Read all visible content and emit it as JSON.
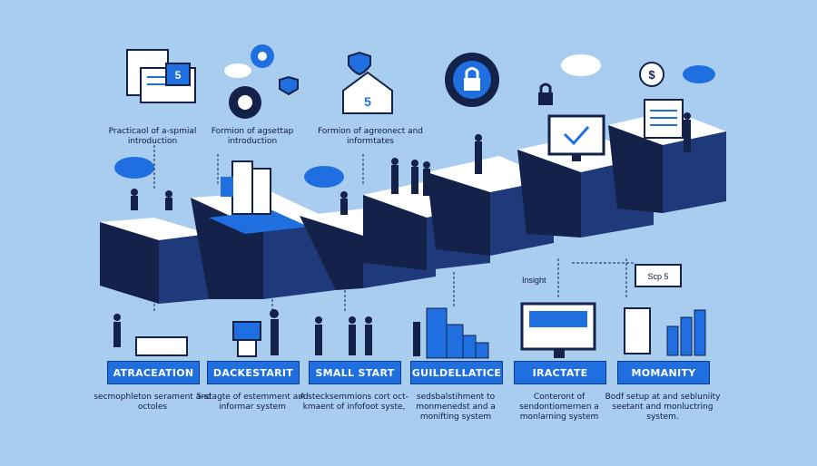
{
  "top_labels": [
    "Practicaol of a-spmial introduction",
    "Formion of agsettap introduction",
    "Formion of agreonect and informtates"
  ],
  "screen_label": "Scp 5",
  "sign_numbers": [
    "5",
    "5"
  ],
  "insight_label": "Insight",
  "stages": [
    {
      "title": "ATRACEATION",
      "desc": "secmophleton serament and octoles"
    },
    {
      "title": "DACKESTARIT",
      "desc": "5-stagte of estemment and informar system"
    },
    {
      "title": "SMALL START",
      "desc": "A stecksemmions cort oct-kmaent of infofoot syste,"
    },
    {
      "title": "GUILDELLATICE",
      "desc": "sedsbalstihment to monmenedst and a monifting system"
    },
    {
      "title": "IRACTATE",
      "desc": "Conteront of sendontiomernen a monlarning system"
    },
    {
      "title": "MOMANITY",
      "desc": "Bodf setup at and sebluniity seetant and monluctring system."
    }
  ],
  "colors": {
    "background": "#a9cdef",
    "accent": "#1f6fe0",
    "dark": "#14224a",
    "light": "#ffffff"
  },
  "icons": [
    "gear-icon",
    "cloud-icon",
    "lock-icon",
    "shield-icon",
    "monitor-icon",
    "document-icon",
    "person-icon",
    "bar-chart-icon"
  ]
}
